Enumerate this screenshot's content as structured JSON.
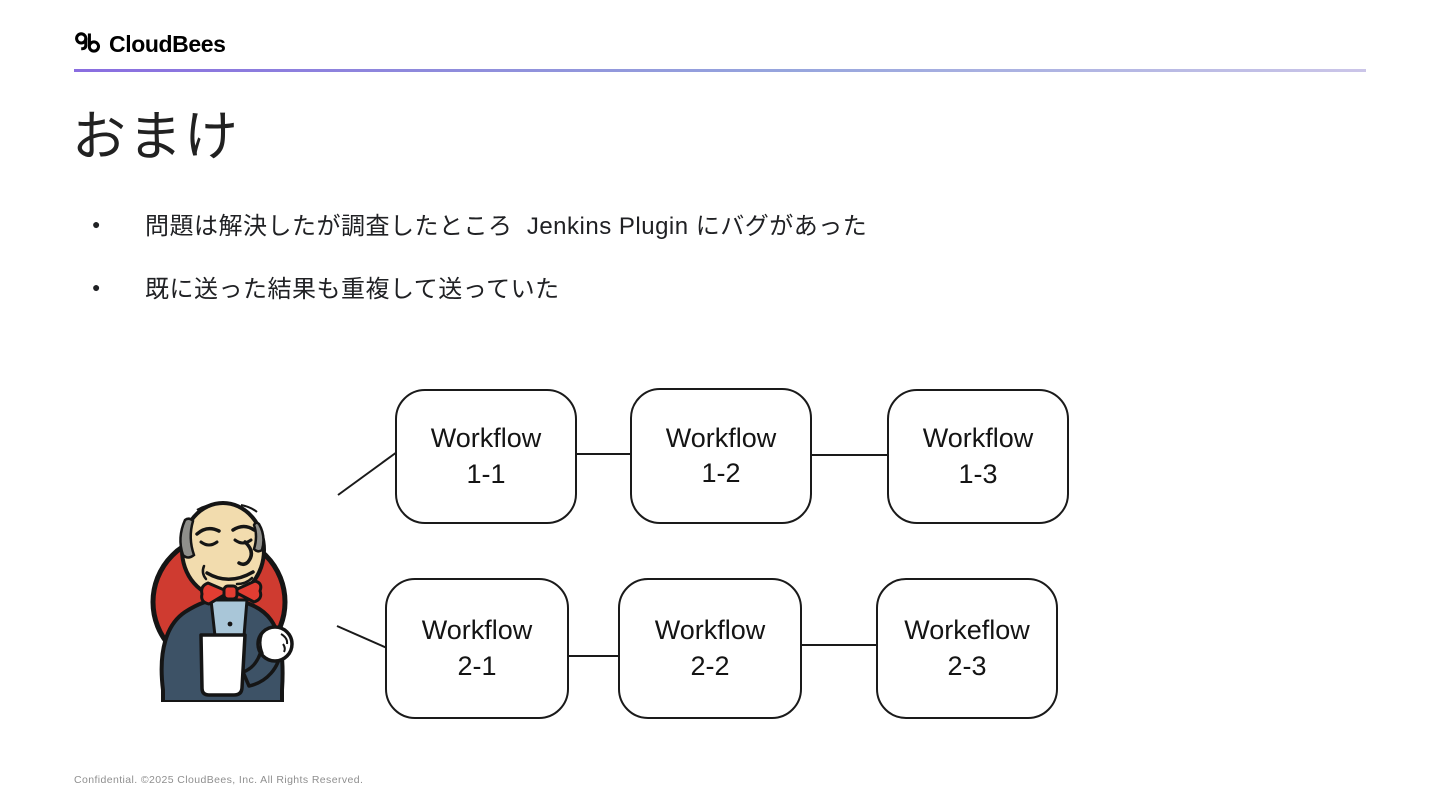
{
  "header": {
    "brand": "CloudBees"
  },
  "slide": {
    "title": "おまけ",
    "bullets": [
      {
        "marker": "●",
        "text": "問題は解決したが調査したところ  Jenkins Plugin にバグがあった"
      },
      {
        "marker": "●",
        "text": "既に送った結果も重複して送っていた"
      }
    ]
  },
  "diagram": {
    "mascot": "jenkins-butler",
    "rows": [
      {
        "boxes": [
          {
            "name": "Workflow",
            "id": "1-1"
          },
          {
            "name": "Workflow",
            "id": "1-2"
          },
          {
            "name": "Workflow",
            "id": "1-3"
          }
        ]
      },
      {
        "boxes": [
          {
            "name": "Workflow",
            "id": "2-1"
          },
          {
            "name": "Workflow",
            "id": "2-2"
          },
          {
            "name": "Workeflow",
            "id": "2-3"
          }
        ]
      }
    ]
  },
  "footer": {
    "text": "Confidential. ©2025 CloudBees, Inc. All Rights Reserved."
  },
  "colors": {
    "divider_start": "#8a6de0",
    "divider_end": "#cbc5e8",
    "jenkins_red": "#cf3b30",
    "suit_blue": "#3d5266",
    "face_tan": "#f2dcae",
    "bowtie_red": "#e23d32",
    "shirt_blue": "#a9c6d8",
    "box_border": "#1a1a1a"
  }
}
